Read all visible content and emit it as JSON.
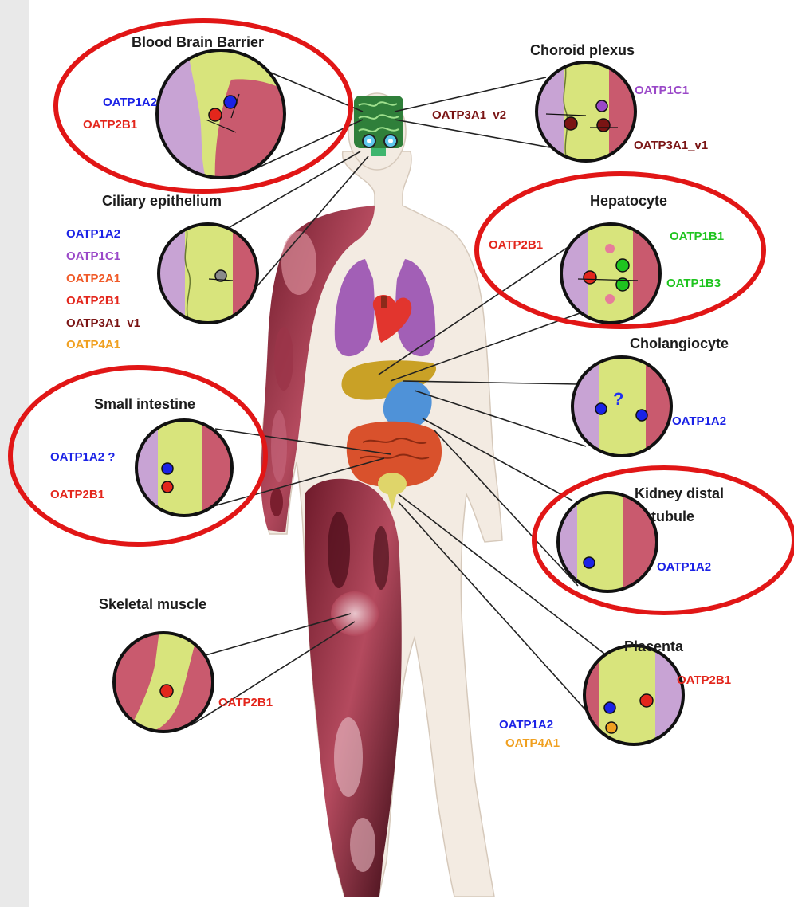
{
  "colors": {
    "blue": "#1b22e6",
    "red_label": "#e3261c",
    "purple": "#9a48c8",
    "dark_red": "#7a1414",
    "green": "#1fc41f",
    "orange": "#f0a020",
    "highlight_ring": "#e11616",
    "basolateral": "#c8a3d4",
    "cytoplasm": "#d8e47c",
    "apical": "#c95a6e"
  },
  "tissues": {
    "bbb": {
      "title": "Blood Brain Barrier",
      "transporters": [
        "OATP1A2",
        "OATP2B1"
      ]
    },
    "choroid": {
      "title": "Choroid plexus",
      "transporters": [
        "OATP1C1",
        "OATP3A1_v2",
        "OATP3A1_v1"
      ]
    },
    "ciliary": {
      "title": "Ciliary epithelium",
      "transporters": [
        "OATP1A2",
        "OATP1C1",
        "OATP2A1",
        "OATP2B1",
        "OATP3A1_v1",
        "OATP4A1"
      ]
    },
    "hepatocyte": {
      "title": "Hepatocyte",
      "transporters": [
        "OATP2B1",
        "OATP1B1",
        "OATP1B3"
      ]
    },
    "cholangiocyte": {
      "title": "Cholangiocyte",
      "transporters": [
        "OATP1A2"
      ],
      "unknown_mark": "?"
    },
    "small_intestine": {
      "title": "Small intestine",
      "transporters": [
        "OATP1A2 ?",
        "OATP2B1"
      ]
    },
    "kidney": {
      "title_line1": "Kidney distal",
      "title_line2": "tubule",
      "transporters": [
        "OATP1A2"
      ]
    },
    "skeletal_muscle": {
      "title": "Skeletal muscle",
      "transporters": [
        "OATP2B1"
      ]
    },
    "placenta": {
      "title": "Placenta",
      "transporters": [
        "OATP2B1",
        "OATP1A2",
        "OATP4A1"
      ]
    }
  },
  "highlighted": [
    "Blood Brain Barrier",
    "Hepatocyte",
    "Small intestine",
    "Kidney distal tubule"
  ]
}
